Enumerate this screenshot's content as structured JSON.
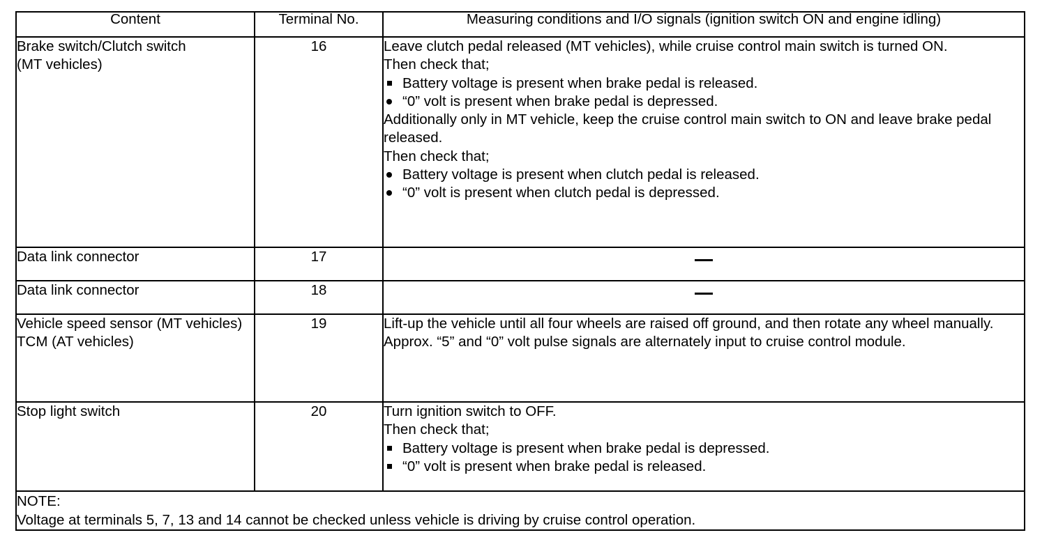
{
  "table": {
    "headers": {
      "content": "Content",
      "terminal": "Terminal No.",
      "measuring": "Measuring conditions and I/O signals (ignition switch ON and engine idling)"
    },
    "rows": [
      {
        "content_lines": [
          "Brake switch/Clutch switch",
          "(MT vehicles)"
        ],
        "terminal": "16",
        "measuring_lines": [
          {
            "type": "text",
            "text": "Leave clutch pedal released (MT vehicles), while cruise control main switch is turned ON."
          },
          {
            "type": "text",
            "text": "Then check that;"
          },
          {
            "type": "bullet-square",
            "text": "Battery voltage is present when brake pedal is released."
          },
          {
            "type": "bullet-dot",
            "text": "“0” volt is present when brake pedal is depressed."
          },
          {
            "type": "text",
            "text": "Additionally only in MT vehicle, keep the cruise control main switch to ON and leave brake pedal released."
          },
          {
            "type": "text",
            "text": "Then check that;"
          },
          {
            "type": "bullet-dot",
            "text": "Battery voltage is present when clutch pedal is released."
          },
          {
            "type": "bullet-dot",
            "text": "“0” volt is present when clutch pedal is depressed."
          }
        ]
      },
      {
        "content_lines": [
          "Data link connector"
        ],
        "terminal": "17",
        "measuring_lines": [
          {
            "type": "dash",
            "text": "—"
          }
        ]
      },
      {
        "content_lines": [
          "Data link connector"
        ],
        "terminal": "18",
        "measuring_lines": [
          {
            "type": "dash",
            "text": "—"
          }
        ]
      },
      {
        "content_lines": [
          "Vehicle speed sensor (MT vehicles)",
          "TCM (AT vehicles)"
        ],
        "terminal": "19",
        "measuring_lines": [
          {
            "type": "text",
            "text": "Lift-up the vehicle until all four wheels are raised off ground, and then rotate any wheel manually."
          },
          {
            "type": "text",
            "text": "Approx. “5” and “0” volt pulse signals are alternately input to cruise control module."
          }
        ]
      },
      {
        "content_lines": [
          "Stop light switch"
        ],
        "terminal": "20",
        "measuring_lines": [
          {
            "type": "text",
            "text": "Turn ignition switch to OFF."
          },
          {
            "type": "text",
            "text": "Then check that;"
          },
          {
            "type": "bullet-square",
            "text": "Battery voltage is present when brake pedal is depressed."
          },
          {
            "type": "bullet-square",
            "text": "“0” volt is present when brake pedal is released."
          }
        ]
      }
    ],
    "note": {
      "label": "NOTE:",
      "text": "Voltage at terminals 5, 7, 13 and 14 cannot be checked unless vehicle is driving by cruise control operation."
    }
  }
}
